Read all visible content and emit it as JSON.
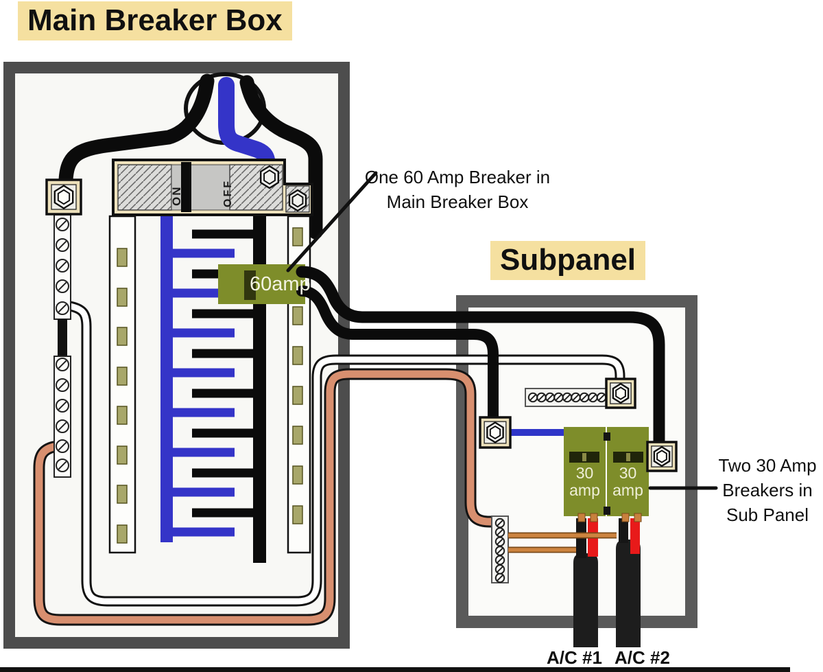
{
  "titles": {
    "main_panel": "Main Breaker Box",
    "subpanel": "Subpanel"
  },
  "main_panel": {
    "switch_on": "ON",
    "switch_off": "OFF",
    "breaker_label": "60amp"
  },
  "subpanel": {
    "breaker_value": "30",
    "breaker_unit": "amp",
    "loads": [
      "A/C #1",
      "A/C #2"
    ]
  },
  "annotations": {
    "breaker60_line1": "One 60 Amp Breaker in",
    "breaker60_line2": "Main Breaker Box",
    "breaker30_line1": "Two 30 Amp",
    "breaker30_line2": "Breakers in",
    "breaker30_line3": "Sub Panel"
  },
  "colors": {
    "enclosure_gray": "#4d4d4d",
    "label_background": "#f5e0a0",
    "breaker_olive": "#7e8d2a",
    "wire_blue": "#3434c8",
    "wire_copper": "#d88f6f",
    "wire_ground_orange": "#cd8440",
    "wire_red": "#e81a1a",
    "wire_black": "#0b0b0b",
    "lug_tan": "#ece0ba"
  }
}
